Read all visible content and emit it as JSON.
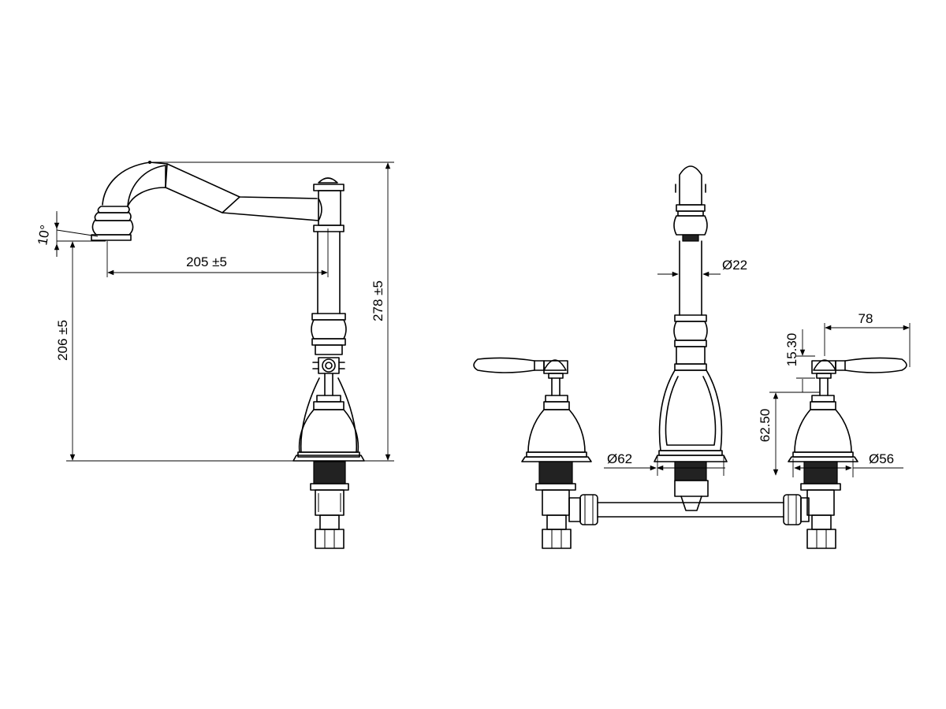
{
  "diagram": {
    "side_view": {
      "angle_label": "10°",
      "reach_label": "205 ±5",
      "spout_height_label": "206 ±5",
      "overall_height_label": "278 ±5"
    },
    "front_view": {
      "spout_diameter_label": "Ø22",
      "handle_reach_label": "78",
      "handle_offset_label": "15.30",
      "handle_height_label": "62.50",
      "spout_base_diameter_label": "Ø62",
      "handle_base_diameter_label": "Ø56"
    }
  }
}
